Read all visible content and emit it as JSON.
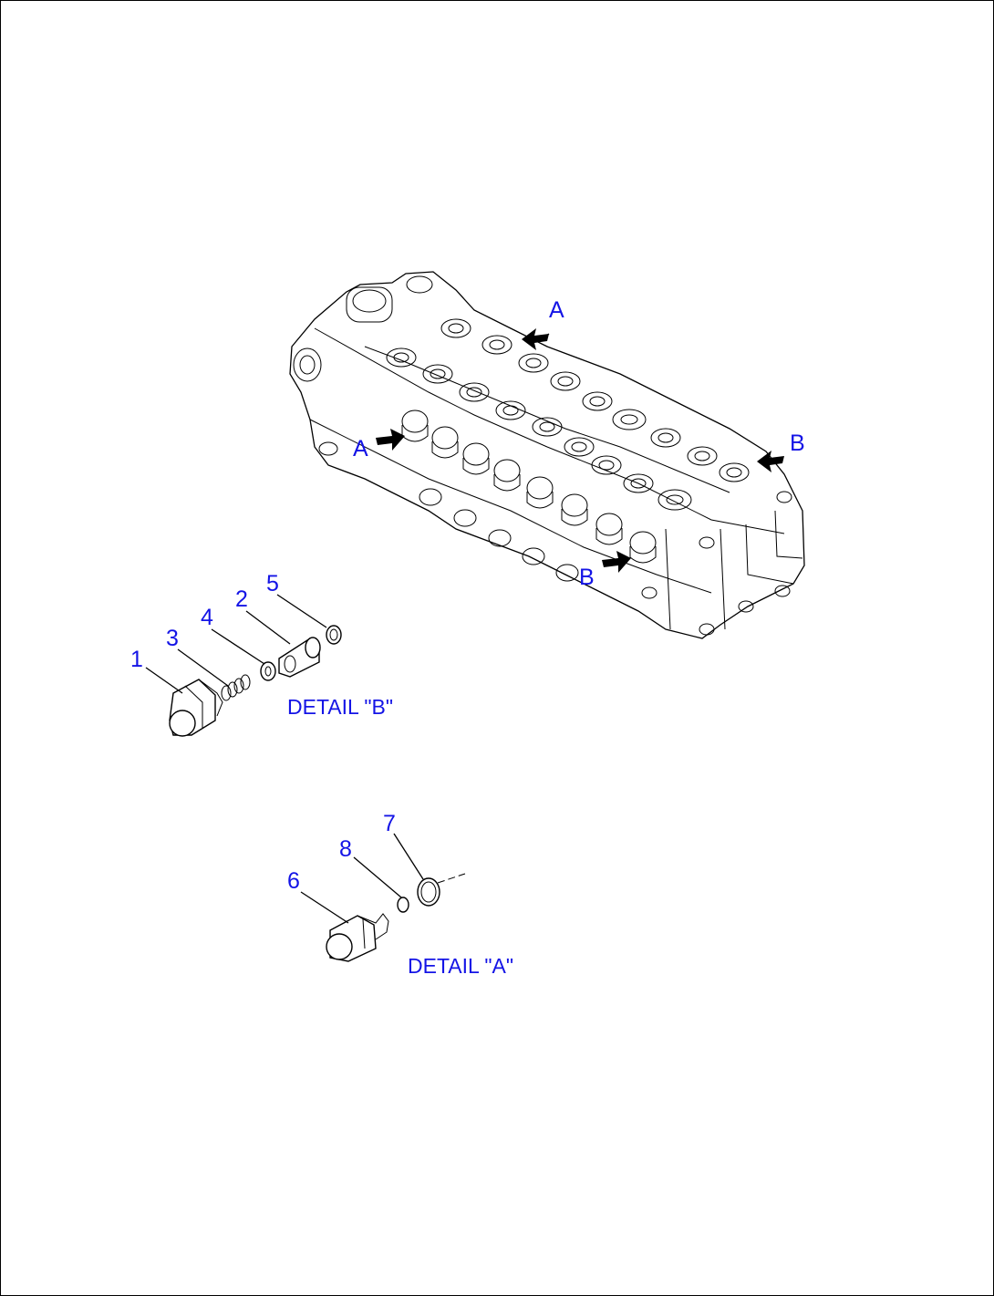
{
  "callouts": {
    "part_1": "1",
    "part_2": "2",
    "part_3": "3",
    "part_4": "4",
    "part_5": "5",
    "part_6": "6",
    "part_7": "7",
    "part_8": "8"
  },
  "views": {
    "view_a_top": "A",
    "view_a_left": "A",
    "view_b_right": "B",
    "view_b_bottom": "B"
  },
  "details": {
    "detail_b": "DETAIL \"B\"",
    "detail_a": "DETAIL \"A\""
  },
  "colors": {
    "label": "#1414e6",
    "line": "#000000",
    "background": "#ffffff"
  }
}
